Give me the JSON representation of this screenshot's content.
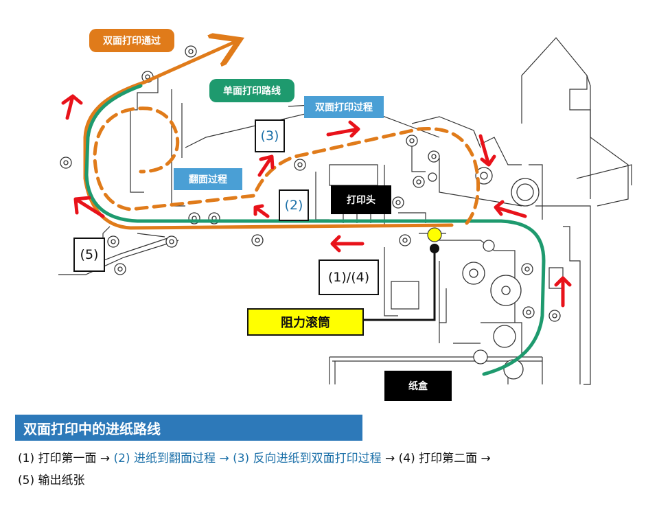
{
  "labels": {
    "duplex_pass": "双面打印通过",
    "simplex_route": "单面打印路线",
    "duplex_process": "双面打印过程",
    "flip_process": "翻面过程",
    "print_head": "打印头",
    "paper_tray": "纸盒",
    "resist_roller": "阻力滚筒"
  },
  "step_markers": {
    "m1": "(1)/(4)",
    "m2": "(2)",
    "m3": "(3)",
    "m5": "(5)"
  },
  "section_title": "双面打印中的进纸路线",
  "steps": {
    "s1": "(1) 打印第一面",
    "a1": "→",
    "s2": "(2) 进纸到翻面过程",
    "a2": "→",
    "s3": "(3) 反向进纸到双面打印过程",
    "a3": "→",
    "s4": "(4) 打印第二面",
    "a4": "→",
    "s5": "(5) 输出纸张"
  },
  "colors": {
    "orange": "#e07b1a",
    "green": "#1e9a6e",
    "blue": "#2d79b9",
    "label_blue": "#4a9fd5",
    "arrow_red": "#e8121a",
    "roller_yellow": "#ffff00"
  }
}
